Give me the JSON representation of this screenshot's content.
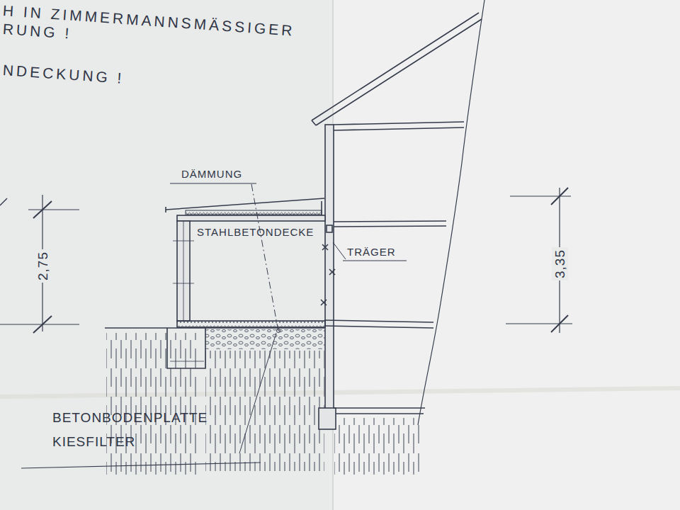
{
  "diagram": {
    "labels": [
      "H IN ZIMMERMANNSMÄSSIGER",
      "RUNG !",
      "NDECKUNG !",
      "DÄMMUNG",
      "STAHLBETONDECKE",
      "TRÄGER",
      "2,75",
      "3,35",
      "BETONBODENPLATTE",
      "KIESFILTER"
    ]
  }
}
